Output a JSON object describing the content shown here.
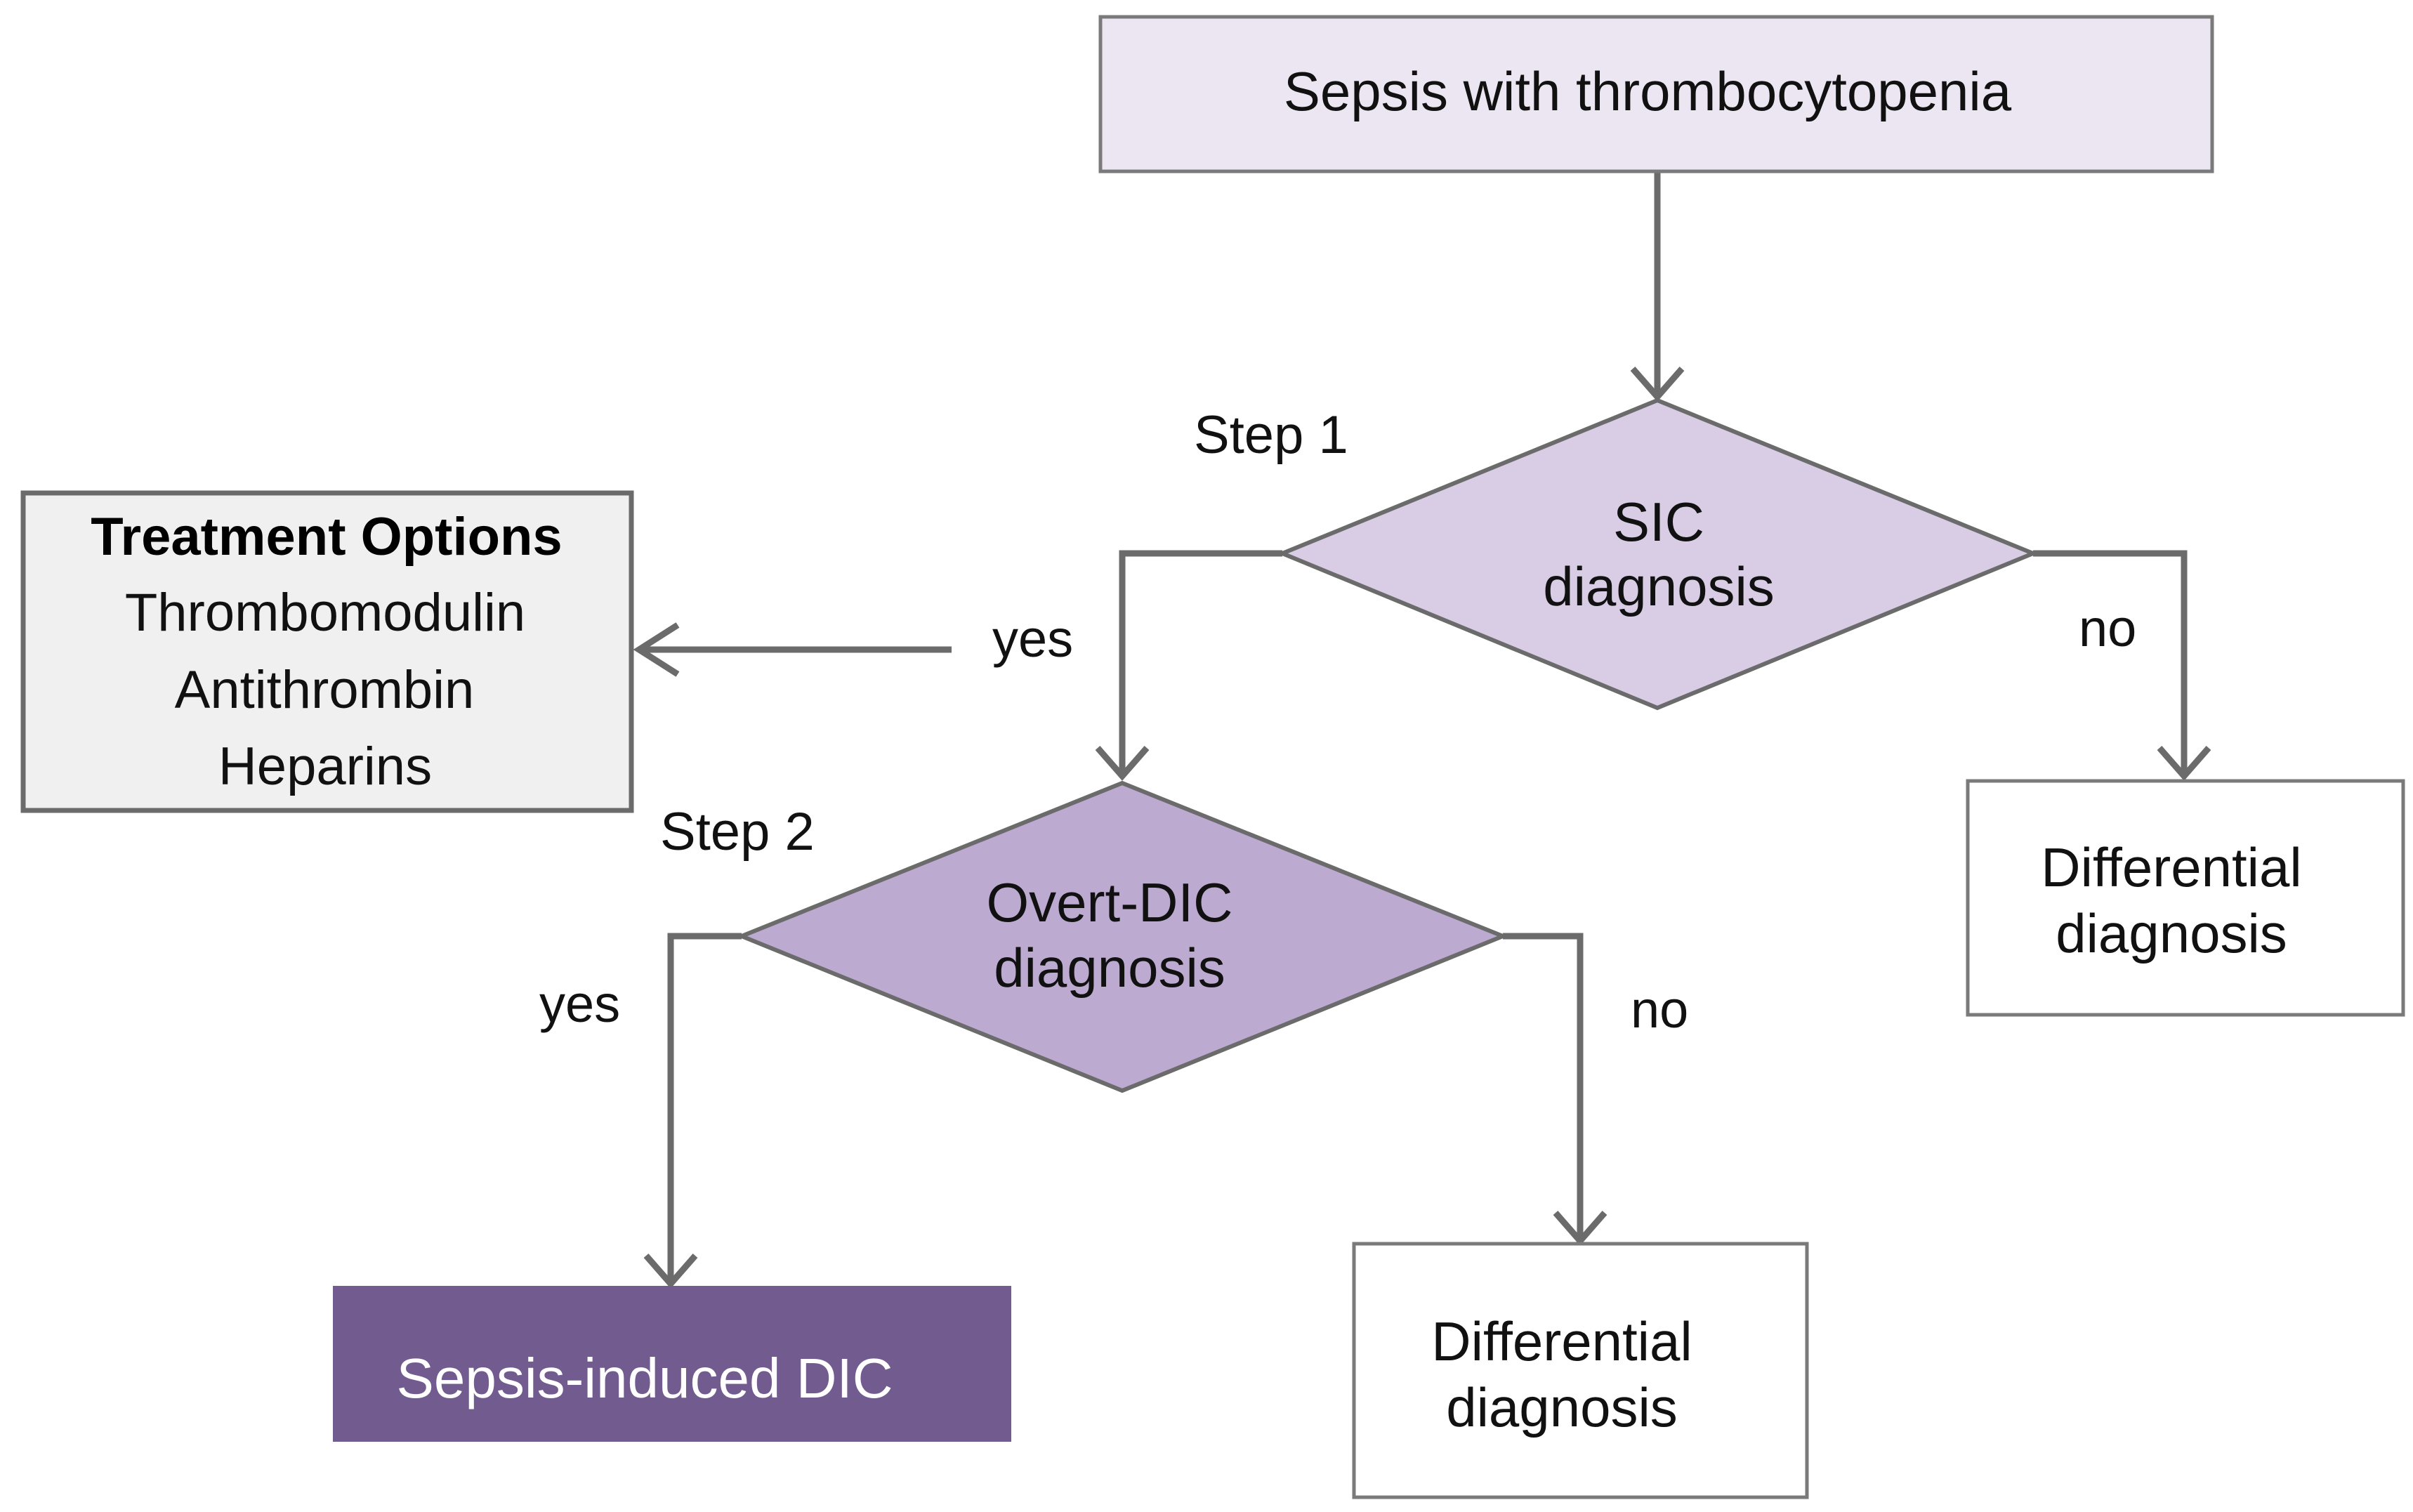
{
  "start_box": {
    "text": "Sepsis with thrombocytopenia"
  },
  "step1": {
    "label": "Step 1",
    "decision": {
      "line1": "SIC",
      "line2": "diagnosis"
    },
    "yes_label": "yes",
    "no_label": "no",
    "no_outcome": {
      "line1": "Differential",
      "line2": "diagnosis"
    }
  },
  "treatment": {
    "title": "Treatment Options",
    "items": [
      "Thrombomodulin",
      "Antithrombin",
      "Heparins"
    ]
  },
  "step2": {
    "label": "Step 2",
    "decision": {
      "line1": "Overt-DIC",
      "line2": "diagnosis"
    },
    "yes_label": "yes",
    "no_label": "no",
    "yes_outcome": {
      "text": "Sepsis-induced DIC"
    },
    "no_outcome": {
      "line1": "Differential",
      "line2": "diagnosis"
    }
  },
  "colors": {
    "start_box_fill": "#ebe6f1",
    "sic_diamond_fill": "#d9cce5",
    "dic_diamond_fill": "#bcaad0",
    "dic_outcome_fill": "#725c8f",
    "treatment_fill": "#f0f0f0",
    "edge": "#6b6b6b"
  }
}
